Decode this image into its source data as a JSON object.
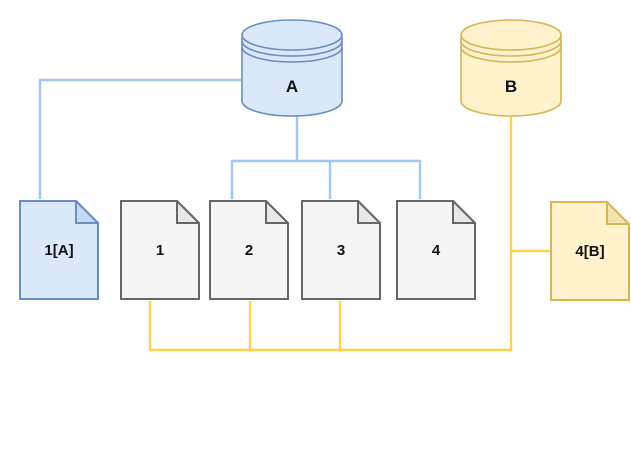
{
  "diagram": {
    "cylinder_a": {
      "label": "A"
    },
    "cylinder_b": {
      "label": "B"
    },
    "documents": [
      {
        "label": "1[A]",
        "variant": "blue"
      },
      {
        "label": "1",
        "variant": "gray"
      },
      {
        "label": "2",
        "variant": "gray"
      },
      {
        "label": "3",
        "variant": "gray"
      },
      {
        "label": "4",
        "variant": "gray"
      },
      {
        "label": "4[B]",
        "variant": "yellow"
      }
    ],
    "edges": [
      {
        "from": "A",
        "to": "1[A]",
        "color": "blue"
      },
      {
        "from": "A",
        "to": "2",
        "color": "blue"
      },
      {
        "from": "A",
        "to": "3",
        "color": "blue"
      },
      {
        "from": "A",
        "to": "4",
        "color": "blue"
      },
      {
        "from": "B",
        "to": "1",
        "color": "yellow"
      },
      {
        "from": "B",
        "to": "2",
        "color": "yellow"
      },
      {
        "from": "B",
        "to": "3",
        "color": "yellow"
      },
      {
        "from": "B",
        "to": "4[B]",
        "color": "yellow"
      }
    ],
    "colors": {
      "blue_fill": "#dae8fc",
      "blue_stroke": "#6c8ebf",
      "blue_connector": "#a3c7f0",
      "yellow_fill": "#fff2cc",
      "yellow_stroke": "#d6b656",
      "yellow_connector": "#ffd24d",
      "gray_fill": "#f5f5f5",
      "gray_stroke": "#666666",
      "background": "#ffffff"
    }
  }
}
